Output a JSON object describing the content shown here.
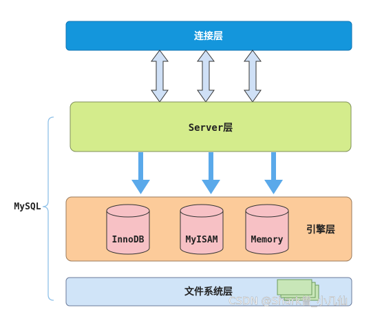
{
  "layers": {
    "connection": {
      "label": "连接层",
      "color": "#1496dc"
    },
    "server": {
      "label": "Server层",
      "color": "#d4ec8c"
    },
    "engine": {
      "label": "引擎层",
      "color": "#fccb9a",
      "engines": [
        {
          "label": "InnoDB"
        },
        {
          "label": "MyISAM"
        },
        {
          "label": "Memory"
        }
      ]
    },
    "filesystem": {
      "label": "文件系统层",
      "color": "#d0e4f8"
    }
  },
  "group": {
    "label": "MySQL"
  },
  "watermark": {
    "text": "CSDN @Shark曾_小几仙"
  },
  "colors": {
    "double_arrow": "#cfe0f6",
    "down_arrow": "#5aa9ea",
    "cylinder": "#f7c1c5"
  }
}
